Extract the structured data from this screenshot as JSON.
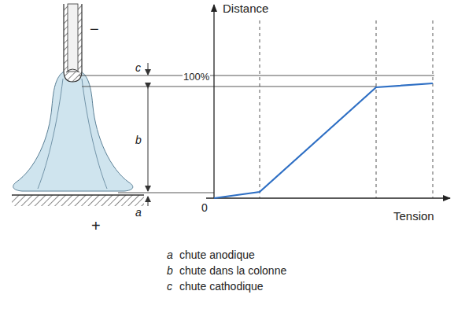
{
  "diagram": {
    "labels": [
      "Distance",
      "Tension",
      "0",
      "100%",
      "−",
      "+",
      "c",
      "b",
      "a",
      "a",
      "chute anodique",
      "b",
      "chute dans la colonne",
      "c",
      "chute cathodique"
    ]
  }
}
